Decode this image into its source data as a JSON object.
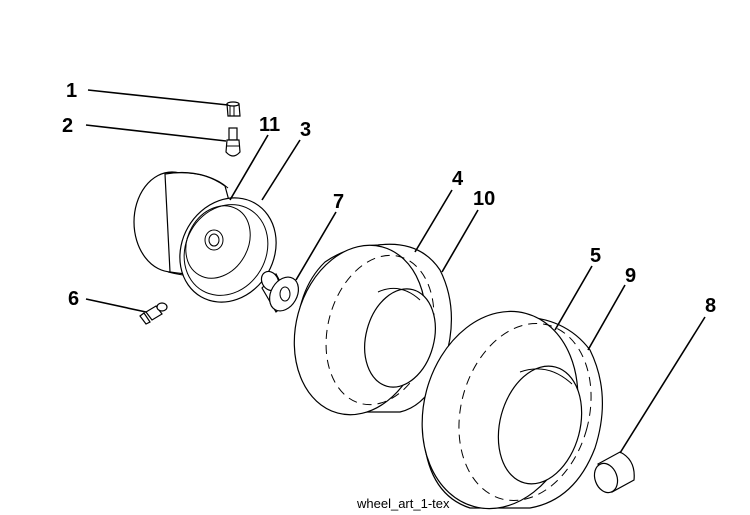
{
  "diagram": {
    "caption": "wheel_art_1-tex",
    "callouts": [
      {
        "id": "1",
        "label": "1"
      },
      {
        "id": "2",
        "label": "2"
      },
      {
        "id": "3",
        "label": "3"
      },
      {
        "id": "4",
        "label": "4"
      },
      {
        "id": "5",
        "label": "5"
      },
      {
        "id": "6",
        "label": "6"
      },
      {
        "id": "7",
        "label": "7"
      },
      {
        "id": "8",
        "label": "8"
      },
      {
        "id": "9",
        "label": "9"
      },
      {
        "id": "10",
        "label": "10"
      },
      {
        "id": "11",
        "label": "11"
      }
    ]
  }
}
